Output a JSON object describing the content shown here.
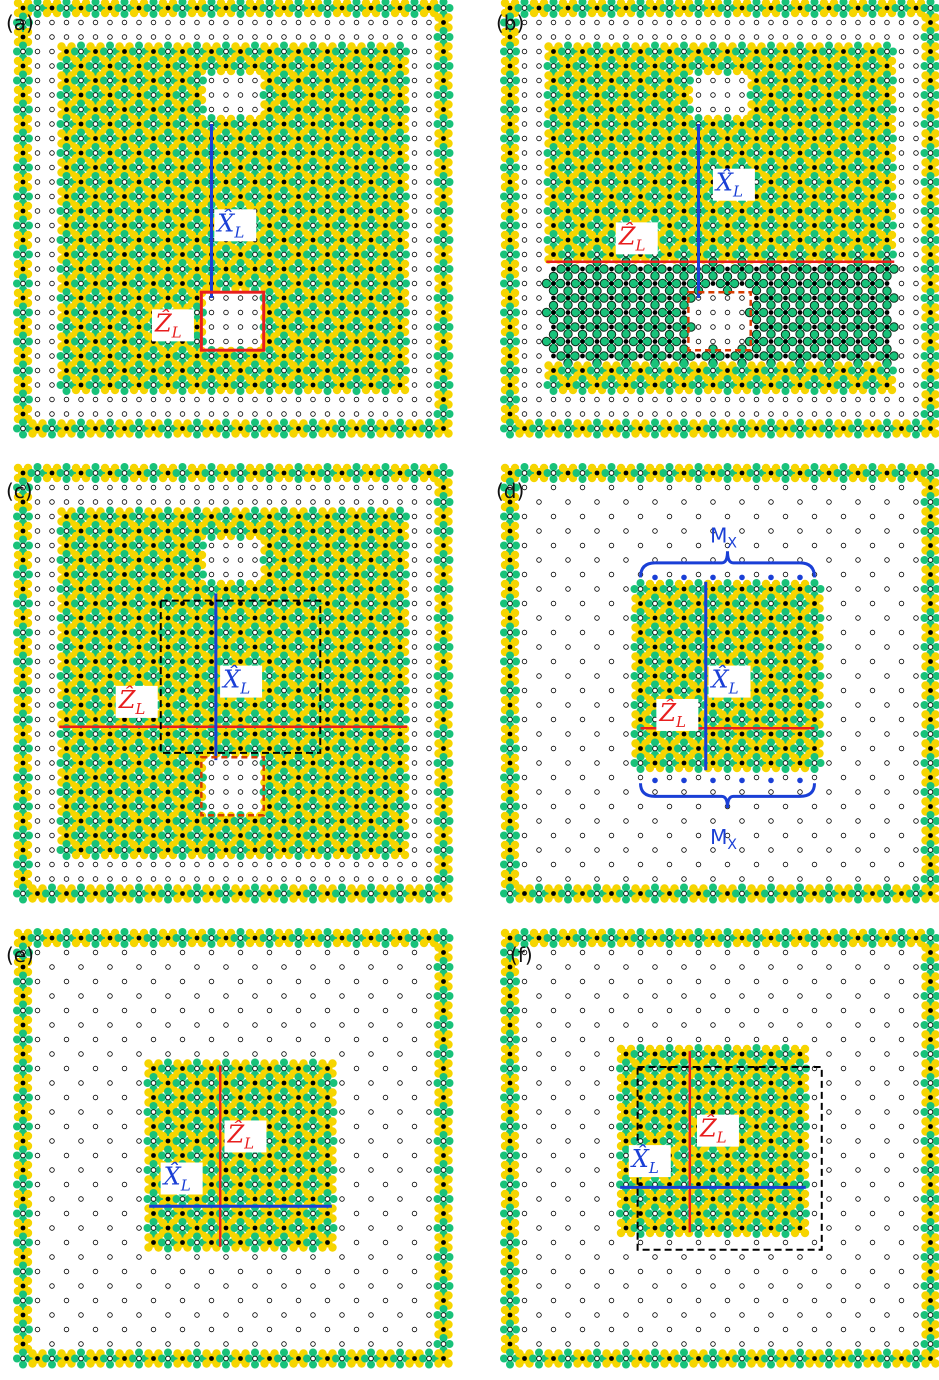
{
  "colors": {
    "yellow": "#f6d500",
    "green": "#18c27a",
    "black_dot": "#000000",
    "hollow_dot": "#ffffff",
    "x_logical": "#1a3fd6",
    "z_logical": "#e81e1e",
    "defect_box": "#d63b00",
    "dashed_box": "#000000"
  },
  "panels": [
    {
      "id": "a",
      "label": "(a)",
      "ops": [
        {
          "sym": "X",
          "sub": "L",
          "color": "x_logical"
        },
        {
          "sym": "Z",
          "sub": "L",
          "color": "z_logical"
        }
      ]
    },
    {
      "id": "b",
      "label": "(b)",
      "ops": [
        {
          "sym": "X",
          "sub": "L",
          "color": "x_logical"
        },
        {
          "sym": "Z",
          "sub": "L",
          "color": "z_logical"
        }
      ]
    },
    {
      "id": "c",
      "label": "(c)",
      "ops": [
        {
          "sym": "X",
          "sub": "L",
          "color": "x_logical"
        },
        {
          "sym": "Z",
          "sub": "L",
          "color": "z_logical"
        }
      ]
    },
    {
      "id": "d",
      "label": "(d)",
      "ops": [
        {
          "sym": "X",
          "sub": "L",
          "color": "x_logical"
        },
        {
          "sym": "Z",
          "sub": "L",
          "color": "z_logical"
        }
      ],
      "measure_label": "M",
      "measure_sub": "X"
    },
    {
      "id": "e",
      "label": "(e)",
      "ops": [
        {
          "sym": "Z",
          "sub": "L",
          "color": "z_logical"
        },
        {
          "sym": "X",
          "sub": "L",
          "color": "x_logical"
        }
      ]
    },
    {
      "id": "f",
      "label": "(f)",
      "ops": [
        {
          "sym": "Z",
          "sub": "L",
          "color": "z_logical"
        },
        {
          "sym": "X",
          "sub": "L",
          "color": "x_logical"
        }
      ]
    }
  ]
}
